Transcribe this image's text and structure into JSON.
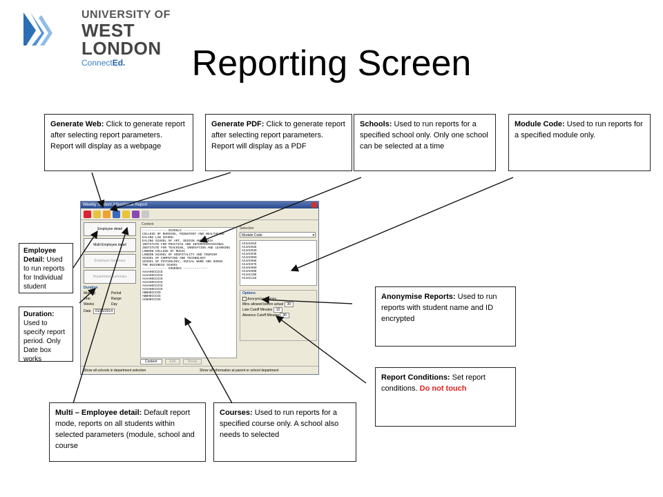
{
  "logo": {
    "line1": "UNIVERSITY OF",
    "line2": "WEST LONDON",
    "line3a": "Connect",
    "line3b": "Ed."
  },
  "title": "Reporting Screen",
  "callouts": {
    "web": {
      "head": "Generate Web:",
      "body": " Click to generate report after selecting report parameters. Report will display as a webpage"
    },
    "pdf": {
      "head": "Generate PDF:",
      "body": " Click to generate report after selecting report parameters. Report will display as a PDF"
    },
    "schools": {
      "head": "Schools:",
      "body": " Used to run reports for a specified school only. Only one school can be selected at a time"
    },
    "module": {
      "head": "Module Code:",
      "body": " Used to run reports for a specified module only."
    },
    "employee": {
      "head": "Employee Detail:",
      "body": " Used to run reports for Individual student"
    },
    "duration": {
      "head": "Duration:",
      "body": " Used to specify report period. Only Date box works"
    },
    "anonymise": {
      "head": "Anonymise Reports:",
      "body": " Used to run reports with student name and ID encrypted"
    },
    "conditions": {
      "head": "Report Conditions:",
      "body": " Set report conditions. ",
      "warn": "Do not touch"
    },
    "multi": {
      "head": "Multi – Employee detail:",
      "body": " Default report mode, reports on all students within selected parameters (module, school and course"
    },
    "courses": {
      "head": "Courses:",
      "body": " Used to run reports for a specified course only. A school also needs to selected"
    }
  },
  "app": {
    "title": "Weekly Student Attendance Report",
    "left_buttons": [
      "Employee detail",
      "Multi Employee detail",
      "Employee Summary",
      "Department Summary"
    ],
    "duration_label": "Duration",
    "duration_options": [
      "Monthly",
      "Period",
      "Year",
      "Range",
      "Weeks",
      "Day"
    ],
    "date_label": "Date",
    "date_value": "01/05/2014",
    "content_label": "Content",
    "schools": [
      "COLLEGE OF NURSING, MIDWIFERY AND HEALTHCARE",
      "EALING LAW SCHOOL",
      "EALING SCHOOL OF ART, DESIGN AND MEDIA",
      "INSTITUTE FOR PRACTICE AND INTERPROFESSIONAL",
      "INSTITUTE FOR TEACHING, INNOVATION AND LEARNING",
      "LONDON COLLEGE OF MUSIC",
      "LONDON SCHOOL OF HOSPITALITY AND TOURISM",
      "SCHOOL OF COMPUTING AND TECHNOLOGY",
      "SCHOOL OF PSYCHOLOGY, SOCIAL WORK AND HUMAN",
      "THE BUSINESS SCHOOL"
    ],
    "courses": [
      "AAAAHDCCCCE",
      "AAAAHDCCCCE",
      "AAAAHDCCCCE",
      "AAAAHDCCCCE",
      "AAAAHDCCCCE",
      "AAAAHDCCCCE",
      "ABBHDCCCCE",
      "ABBHDCCCCE",
      "ACBHDCCCCE"
    ],
    "content_tabs": [
      "Content",
      "Edit",
      "Break"
    ],
    "selection_label": "Selection",
    "selection_dropdown": "Module Code",
    "modules": [
      "AC3AC01E",
      "AC4AC02E",
      "AC4AC03O",
      "AC4AC04E",
      "AC4AC05O",
      "AC4AC06E",
      "AC4AC07E",
      "AC4AC08O",
      "AC4AC09E",
      "AC4AC10E",
      "AC4AC11E"
    ],
    "options_label": "Options",
    "anonymise_label": "Anonymise Names",
    "mins_label": "Mins allowed before actual",
    "mins_value": "30",
    "late_label": "Late Cutoff Minutes",
    "late_value": "10",
    "absence_label": "Absence Cutoff Minutes",
    "absence_value": "30",
    "status_left": "Show all schools in department selection",
    "status_right": "Show all information at parent or school department"
  }
}
